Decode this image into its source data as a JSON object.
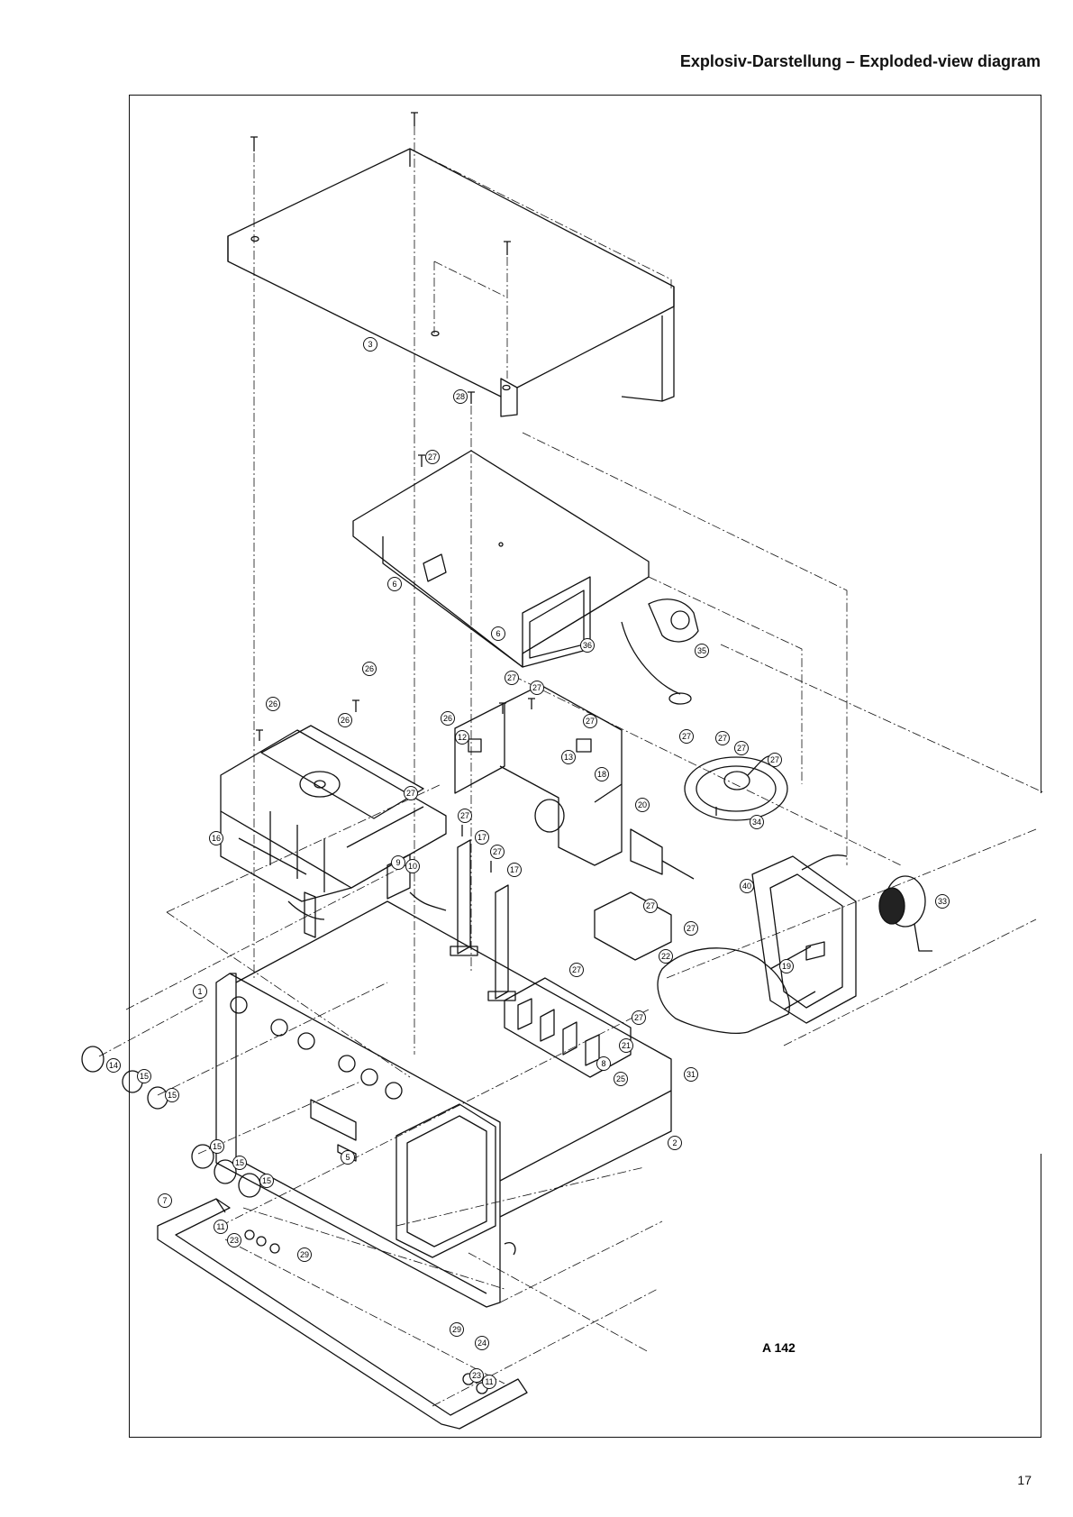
{
  "header": {
    "title": "Explosiv-Darstellung – Exploded-view diagram"
  },
  "figure": {
    "code": "A 142",
    "callouts": [
      {
        "id": "c3",
        "label": "3"
      },
      {
        "id": "c28",
        "label": "28"
      },
      {
        "id": "c27a",
        "label": "27"
      },
      {
        "id": "c6a",
        "label": "6"
      },
      {
        "id": "c6b",
        "label": "6"
      },
      {
        "id": "c36",
        "label": "36"
      },
      {
        "id": "c35",
        "label": "35"
      },
      {
        "id": "c26a",
        "label": "26"
      },
      {
        "id": "c26b",
        "label": "26"
      },
      {
        "id": "c26c",
        "label": "26"
      },
      {
        "id": "c27b",
        "label": "27"
      },
      {
        "id": "c16",
        "label": "16"
      },
      {
        "id": "c9",
        "label": "9"
      },
      {
        "id": "c10",
        "label": "10"
      },
      {
        "id": "c27c",
        "label": "27"
      },
      {
        "id": "c27d",
        "label": "27"
      },
      {
        "id": "c26d",
        "label": "26"
      },
      {
        "id": "c12",
        "label": "12"
      },
      {
        "id": "c13",
        "label": "13"
      },
      {
        "id": "c18",
        "label": "18"
      },
      {
        "id": "c27e",
        "label": "27"
      },
      {
        "id": "c20",
        "label": "20"
      },
      {
        "id": "c27f",
        "label": "27"
      },
      {
        "id": "c17a",
        "label": "17"
      },
      {
        "id": "c27g",
        "label": "27"
      },
      {
        "id": "c17b",
        "label": "17"
      },
      {
        "id": "c27h",
        "label": "27"
      },
      {
        "id": "c27i",
        "label": "27"
      },
      {
        "id": "c27j",
        "label": "27"
      },
      {
        "id": "c27k",
        "label": "27"
      },
      {
        "id": "c34",
        "label": "34"
      },
      {
        "id": "c40",
        "label": "40"
      },
      {
        "id": "c33",
        "label": "33"
      },
      {
        "id": "c19",
        "label": "19"
      },
      {
        "id": "c27l",
        "label": "27"
      },
      {
        "id": "c27m",
        "label": "27"
      },
      {
        "id": "c22",
        "label": "22"
      },
      {
        "id": "c27n",
        "label": "27"
      },
      {
        "id": "c27o",
        "label": "27"
      },
      {
        "id": "c21",
        "label": "21"
      },
      {
        "id": "c8",
        "label": "8"
      },
      {
        "id": "c25",
        "label": "25"
      },
      {
        "id": "c31",
        "label": "31"
      },
      {
        "id": "c1",
        "label": "1"
      },
      {
        "id": "c14",
        "label": "14"
      },
      {
        "id": "c15a",
        "label": "15"
      },
      {
        "id": "c15b",
        "label": "15"
      },
      {
        "id": "c15c",
        "label": "15"
      },
      {
        "id": "c15d",
        "label": "15"
      },
      {
        "id": "c15e",
        "label": "15"
      },
      {
        "id": "c5",
        "label": "5"
      },
      {
        "id": "c2",
        "label": "2"
      },
      {
        "id": "c24",
        "label": "24"
      },
      {
        "id": "c7",
        "label": "7"
      },
      {
        "id": "c11a",
        "label": "11"
      },
      {
        "id": "c23a",
        "label": "23"
      },
      {
        "id": "c29a",
        "label": "29"
      },
      {
        "id": "c29b",
        "label": "29"
      },
      {
        "id": "c23b",
        "label": "23"
      },
      {
        "id": "c11b",
        "label": "11"
      }
    ]
  },
  "footer": {
    "page_number": "17"
  }
}
